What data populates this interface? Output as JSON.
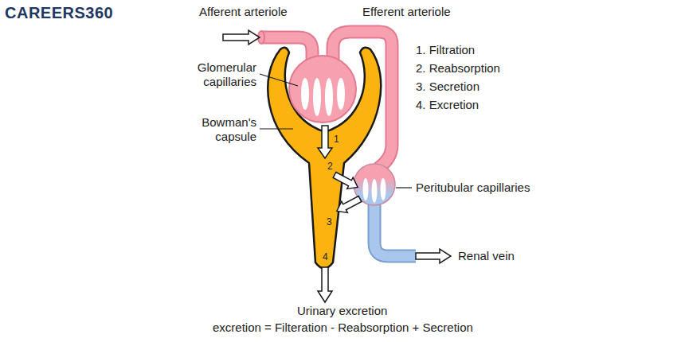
{
  "diagram": {
    "labels": [
      "CAREERS360",
      "Afferent arteriole",
      "Efferent arteriole",
      "Glomerular capillaries",
      "Bowman's capsule",
      "1. Filtration",
      "2. Reabsorption",
      "3. Secretion",
      "4. Excretion",
      "1",
      "2",
      "3",
      "4",
      "Peritubular capillaries",
      "Renal vein",
      "Urinary excretion",
      "excretion = Filteration - Reabsorption + Secretion"
    ]
  }
}
